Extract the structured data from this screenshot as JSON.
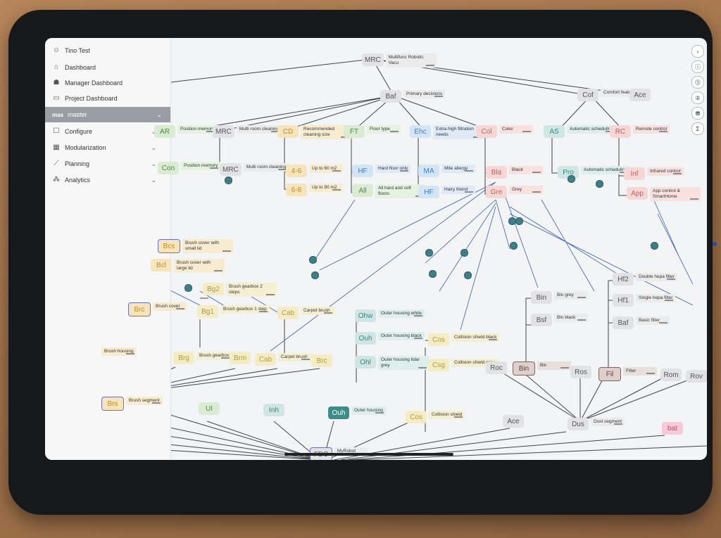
{
  "sidebar": {
    "user": "Tino Test",
    "items": [
      {
        "label": "Dashboard",
        "icon": "home-icon"
      },
      {
        "label": "Manager Dashboard",
        "icon": "user-icon"
      },
      {
        "label": "Project Dashboard",
        "icon": "folder-icon"
      }
    ],
    "branch": {
      "tag": "mas",
      "label": "master"
    },
    "menus": [
      {
        "label": "Configure",
        "icon": "checkbox-icon"
      },
      {
        "label": "Modularization",
        "icon": "grid-icon"
      },
      {
        "label": "Planning",
        "icon": "chart-icon"
      },
      {
        "label": "Analytics",
        "icon": "analytics-icon"
      }
    ]
  },
  "nodes": {
    "mrc_root": {
      "code": "MRC",
      "label": "Multifunc Robotic Vacu"
    },
    "baf_top": {
      "code": "Baf",
      "label": "Primary decisions"
    },
    "cof": {
      "code": "Cof",
      "label": "Comfort features"
    },
    "ace_top": {
      "code": "Ace",
      "label": ""
    },
    "ar": {
      "code": "AR",
      "label": "Position memory"
    },
    "con": {
      "code": "Con",
      "label": "Position memory"
    },
    "mrc2": {
      "code": "MRC",
      "label": "Multi room cleaning"
    },
    "mrc3": {
      "code": "MRC",
      "label": "Multi room cleaning"
    },
    "cd": {
      "code": "CD",
      "label": "Recommended cleaning size"
    },
    "a46": {
      "code": "4-6",
      "label": "Up to 60 m2"
    },
    "a68": {
      "code": "6-8",
      "label": "Up to 90 m2"
    },
    "ft": {
      "code": "FT",
      "label": "Floor type"
    },
    "hf": {
      "code": "HF",
      "label": "Hard floor only"
    },
    "all": {
      "code": "All",
      "label": "All hard and soft floors"
    },
    "ehc": {
      "code": "Ehc",
      "label": "Extra high filtration needs"
    },
    "ma": {
      "code": "MA",
      "label": "Mite allergy"
    },
    "hf2b": {
      "code": "HF",
      "label": "Hairy friend"
    },
    "col": {
      "code": "Col",
      "label": "Color"
    },
    "bla": {
      "code": "Bla",
      "label": "Black"
    },
    "gre": {
      "code": "Gre",
      "label": "Grey"
    },
    "as": {
      "code": "AS",
      "label": "Automatic scheduling"
    },
    "pro": {
      "code": "Pro",
      "label": "Automatic scheduling"
    },
    "rc": {
      "code": "RC",
      "label": "Remote control"
    },
    "inf": {
      "code": "Inf",
      "label": "Infrared control"
    },
    "app": {
      "code": "App",
      "label": "App control & SmartHome"
    },
    "bcs": {
      "code": "Bcs",
      "label": "Brush cover with small lid"
    },
    "bcl": {
      "code": "Bcl",
      "label": "Brush cover with large lid"
    },
    "bg2": {
      "code": "Bg2",
      "label": "Brush gearbox 2 steps"
    },
    "bg1": {
      "code": "Bg1",
      "label": "Brush gearbox 1 step"
    },
    "brc": {
      "code": "Brc",
      "label": "Brush cover"
    },
    "cab": {
      "code": "Cab",
      "label": "Carpet brush"
    },
    "brh": {
      "code": "",
      "label": "Brush housing"
    },
    "brg": {
      "code": "Brg",
      "label": "Brush gearbox"
    },
    "brm": {
      "code": "Brm",
      "label": ""
    },
    "cab2": {
      "code": "Cab",
      "label": "Carpet brush"
    },
    "brc2": {
      "code": "Brc",
      "label": ""
    },
    "brs": {
      "code": "Brs",
      "label": "Brush segment"
    },
    "ohw": {
      "code": "Ohw",
      "label": "Outer housing white"
    },
    "ouh": {
      "code": "Ouh",
      "label": "Outer housing black"
    },
    "ohl": {
      "code": "Ohl",
      "label": "Outer housing lidar grey"
    },
    "cos": {
      "code": "Cos",
      "label": "Collision shield black"
    },
    "csg": {
      "code": "Csg",
      "label": "Collision shield grey"
    },
    "bin_grey": {
      "code": "Bin",
      "label": "Bin grey"
    },
    "bsf": {
      "code": "Bsf",
      "label": "Bin black"
    },
    "hf2": {
      "code": "Hf2",
      "label": "Double hepa filter"
    },
    "hf1": {
      "code": "Hf1",
      "label": "Single hepa filter"
    },
    "baf": {
      "code": "Baf",
      "label": "Basic filter"
    },
    "roc": {
      "code": "Roc",
      "label": ""
    },
    "bin": {
      "code": "Bin",
      "label": "Bin"
    },
    "ros": {
      "code": "Ros",
      "label": ""
    },
    "fil": {
      "code": "Fil",
      "label": "Filter"
    },
    "rom": {
      "code": "Rom",
      "label": ""
    },
    "rov": {
      "code": "Rov",
      "label": ""
    },
    "ui": {
      "code": "UI",
      "label": ""
    },
    "inh": {
      "code": "Inh",
      "label": ""
    },
    "ouh2": {
      "code": "Ouh",
      "label": "Outer housing"
    },
    "cos2": {
      "code": "Cos",
      "label": "Collision shield"
    },
    "ace": {
      "code": "Ace",
      "label": ""
    },
    "dus": {
      "code": "Dus",
      "label": "Dust segment"
    },
    "bat": {
      "code": "bat",
      "label": ""
    },
    "fdc": {
      "code": "FDC",
      "label": "MyRobot"
    }
  },
  "right_rail": [
    "›",
    "ⓘ",
    "⓵",
    "②",
    "⛃",
    "Σ"
  ]
}
